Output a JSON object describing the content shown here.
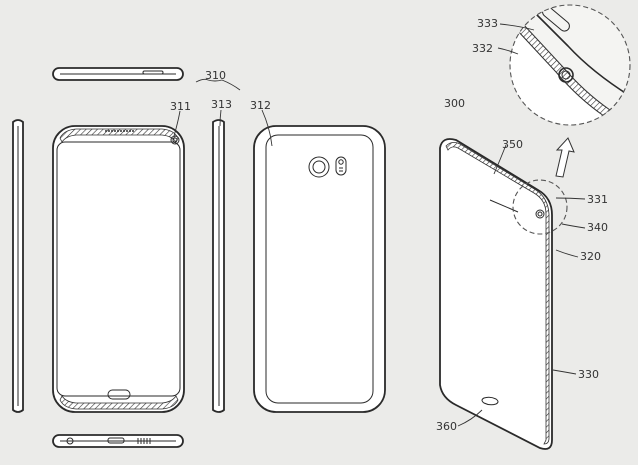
{
  "labels": {
    "l310": "310",
    "l311": "311",
    "l313": "313",
    "l312": "312",
    "l300": "300",
    "l333": "333",
    "l332": "332",
    "l350": "350",
    "l331": "331",
    "l340": "340",
    "l320": "320",
    "l330": "330",
    "l360": "360"
  }
}
